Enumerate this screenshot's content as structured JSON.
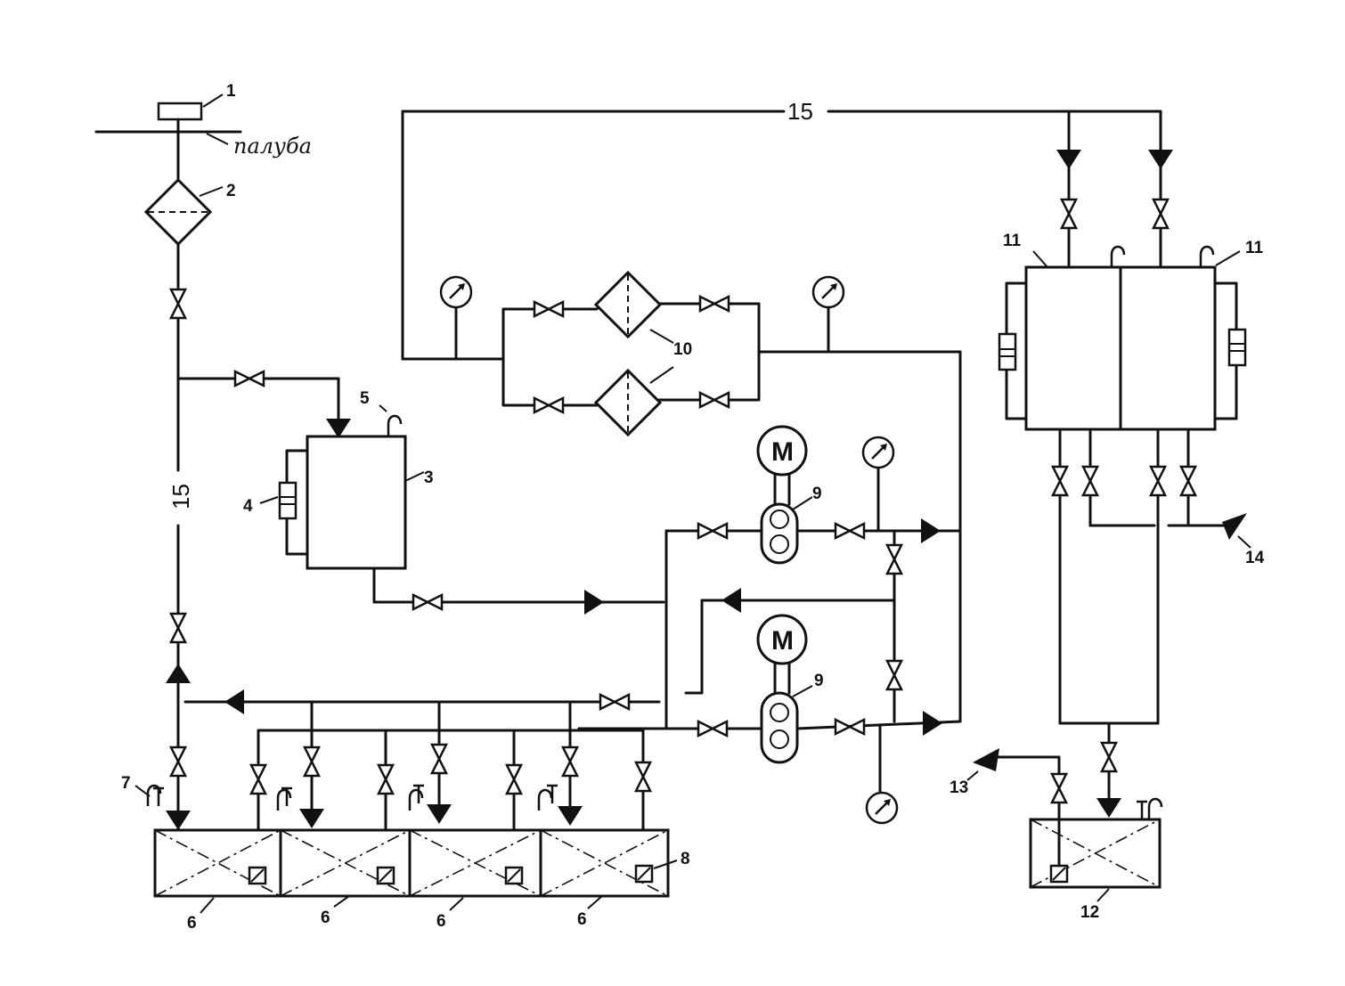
{
  "labels": {
    "l1": "1",
    "l2": "2",
    "l3": "3",
    "l4": "4",
    "l5": "5",
    "l6a": "6",
    "l6b": "6",
    "l6c": "6",
    "l6d": "6",
    "l7": "7",
    "l8": "8",
    "l9a": "9",
    "l9b": "9",
    "l10": "10",
    "l11a": "11",
    "l11b": "11",
    "l12": "12",
    "l13": "13",
    "l14": "14",
    "l15_top": "15",
    "l15_left": "15",
    "deck": "палуба",
    "motor_top": "M",
    "motor_bottom": "M"
  }
}
